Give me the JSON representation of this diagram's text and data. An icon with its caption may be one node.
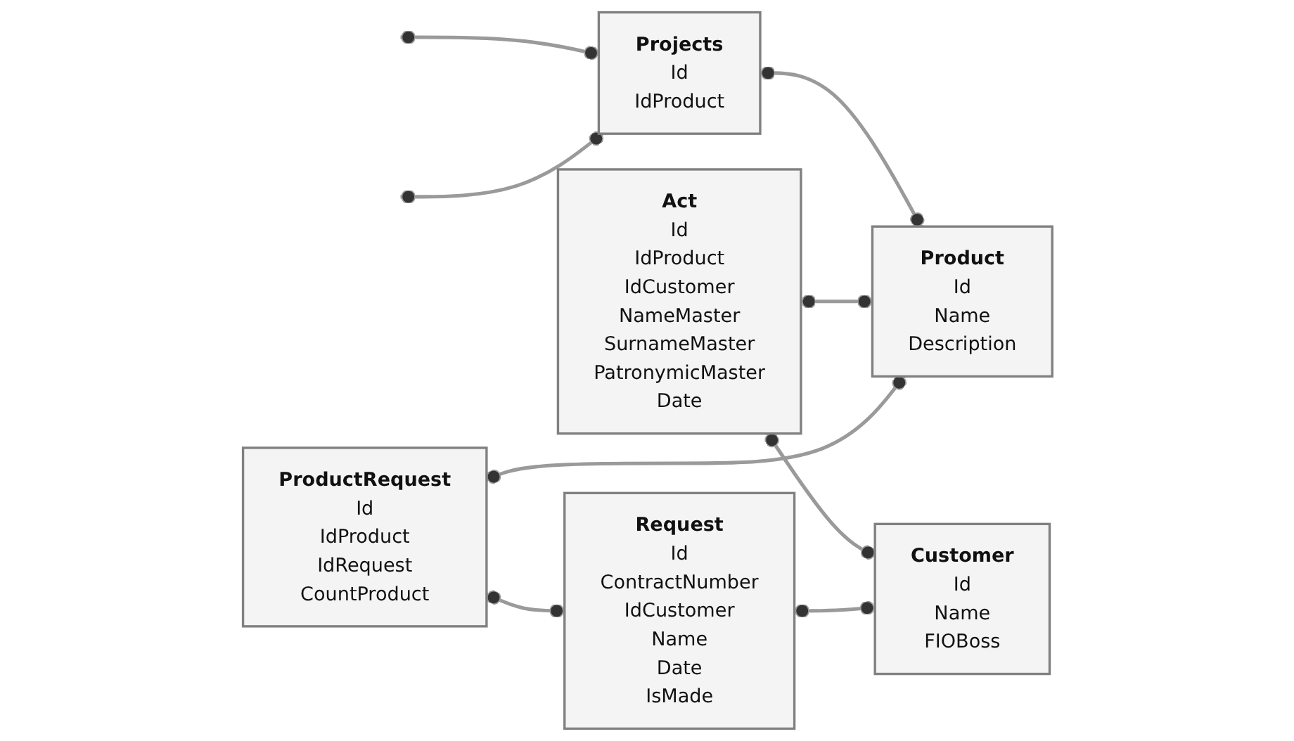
{
  "diagram": {
    "nodes": [
      {
        "text": [
          "Projects",
          "Id",
          "IdProduct"
        ]
      },
      {
        "text": [
          "Product",
          "Id",
          "Name",
          "Description"
        ]
      },
      {
        "text": [
          "Act",
          "Id",
          "IdProduct",
          "IdCustomer",
          "NameMaster",
          "SurnameMaster",
          "PatronymicMaster",
          "Date"
        ]
      },
      {
        "text": [
          "Customer",
          "Id",
          "Name",
          "FIOBoss"
        ]
      },
      {
        "text": [
          "ProductRequest",
          "Id",
          "IdProduct",
          "IdRequest",
          "CountProduct"
        ]
      },
      {
        "text": [
          "Request",
          "Id",
          "ContractNumber",
          "IdCustomer",
          "Name",
          "Date",
          "IsMade"
        ]
      }
    ],
    "edges": [
      {
        "from": null,
        "to": 0,
        "arrow": "other"
      },
      {
        "from": null,
        "to": 0,
        "arrow": "other"
      },
      {
        "from": 0,
        "to": 1,
        "arrow": "other"
      },
      {
        "from": 2,
        "to": 1,
        "arrow": "other"
      },
      {
        "from": 2,
        "to": 3,
        "arrow": "other"
      },
      {
        "from": 5,
        "to": 3,
        "arrow": "other"
      },
      {
        "from": 4,
        "to": 1,
        "arrow": "other"
      },
      {
        "from": 4,
        "to": 5,
        "arrow": "other"
      }
    ]
  }
}
